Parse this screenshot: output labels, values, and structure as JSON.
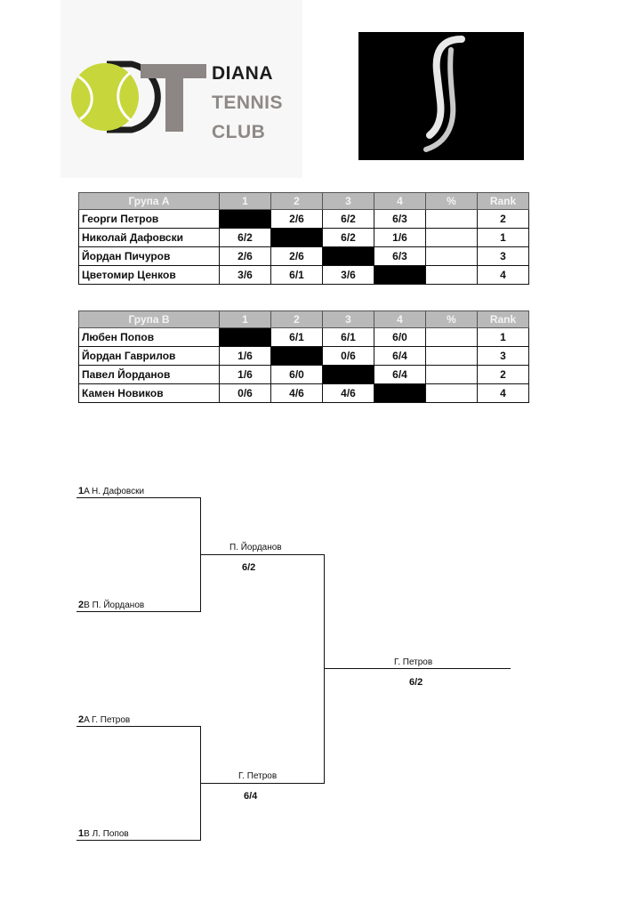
{
  "logo": {
    "line1": "DIANA",
    "line2": "TENNIS",
    "line3": "CLUB",
    "colors": {
      "ball": "#c7d63a",
      "letters": "#8c8784",
      "dark": "#1d1d1d"
    }
  },
  "sponsor": {
    "icon": "stylized-s-icon"
  },
  "group_a": {
    "header": [
      "Група A",
      "1",
      "2",
      "3",
      "4",
      "%",
      "Rank"
    ],
    "rows": [
      {
        "name": "Георги Петров",
        "scores": [
          "",
          "2/6",
          "6/2",
          "6/3"
        ],
        "pct": "",
        "rank": "2"
      },
      {
        "name": "Николай Дафовски",
        "scores": [
          "6/2",
          "",
          "6/2",
          "1/6"
        ],
        "pct": "",
        "rank": "1"
      },
      {
        "name": "Йордан Пичуров",
        "scores": [
          "2/6",
          "2/6",
          "",
          "6/3"
        ],
        "pct": "",
        "rank": "3"
      },
      {
        "name": "Цветомир Ценков",
        "scores": [
          "3/6",
          "6/1",
          "3/6",
          ""
        ],
        "pct": "",
        "rank": "4"
      }
    ]
  },
  "group_b": {
    "header": [
      "Група B",
      "1",
      "2",
      "3",
      "4",
      "%",
      "Rank"
    ],
    "rows": [
      {
        "name": "Любен Попов",
        "scores": [
          "",
          "6/1",
          "6/1",
          "6/0"
        ],
        "pct": "",
        "rank": "1"
      },
      {
        "name": "Йордан Гаврилов",
        "scores": [
          "1/6",
          "",
          "0/6",
          "6/4"
        ],
        "pct": "",
        "rank": "3"
      },
      {
        "name": "Павел Йорданов",
        "scores": [
          "1/6",
          "6/0",
          "",
          "6/4"
        ],
        "pct": "",
        "rank": "2"
      },
      {
        "name": "Камен Новиков",
        "scores": [
          "0/6",
          "4/6",
          "4/6",
          ""
        ],
        "pct": "",
        "rank": "4"
      }
    ]
  },
  "bracket": {
    "r1": [
      {
        "seed": "1",
        "group": "A",
        "name": "Н. Дафовски"
      },
      {
        "seed": "2",
        "group": "B",
        "name": "П. Йорданов"
      },
      {
        "seed": "2",
        "group": "A",
        "name": "Г. Петров"
      },
      {
        "seed": "1",
        "group": "B",
        "name": "Л. Попов"
      }
    ],
    "semis": [
      {
        "winner": "П. Йорданов",
        "score": "6/2"
      },
      {
        "winner": "Г. Петров",
        "score": "6/4"
      }
    ],
    "final": {
      "winner": "Г. Петров",
      "score": "6/2"
    }
  }
}
